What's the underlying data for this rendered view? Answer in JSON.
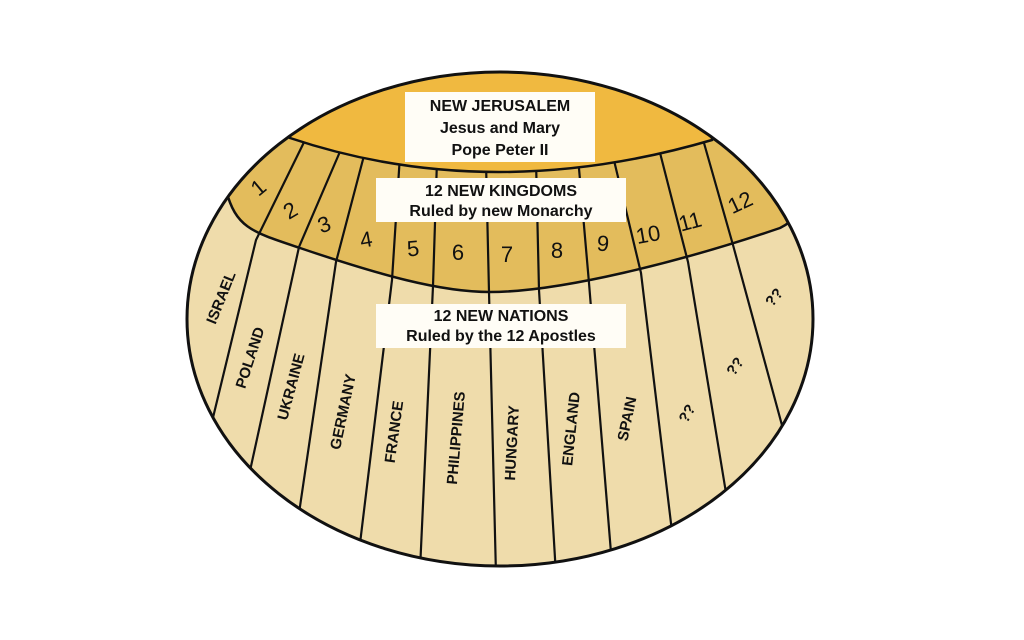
{
  "colors": {
    "cap": "#F0B940",
    "kingdoms": "#E3BC5C",
    "nations": "#EFDCAB",
    "outline": "#111111",
    "label_bg": "#FFFDF6"
  },
  "new_jerusalem": {
    "title": "NEW JERUSALEM",
    "line1": "Jesus and Mary",
    "line2": "Pope Peter II"
  },
  "kingdoms": {
    "title": "12 NEW KINGDOMS",
    "subtitle": "Ruled by new Monarchy",
    "numbers": [
      "1",
      "2",
      "3",
      "4",
      "5",
      "6",
      "7",
      "8",
      "9",
      "10",
      "11",
      "12"
    ]
  },
  "nations": {
    "title": "12 NEW NATIONS",
    "subtitle": "Ruled by the 12 Apostles",
    "names": [
      "ISRAEL",
      "POLAND",
      "UKRAINE",
      "GERMANY",
      "FRANCE",
      "PHILIPPINES",
      "HUNGARY",
      "ENGLAND",
      "SPAIN",
      "??",
      "??",
      "??"
    ]
  }
}
